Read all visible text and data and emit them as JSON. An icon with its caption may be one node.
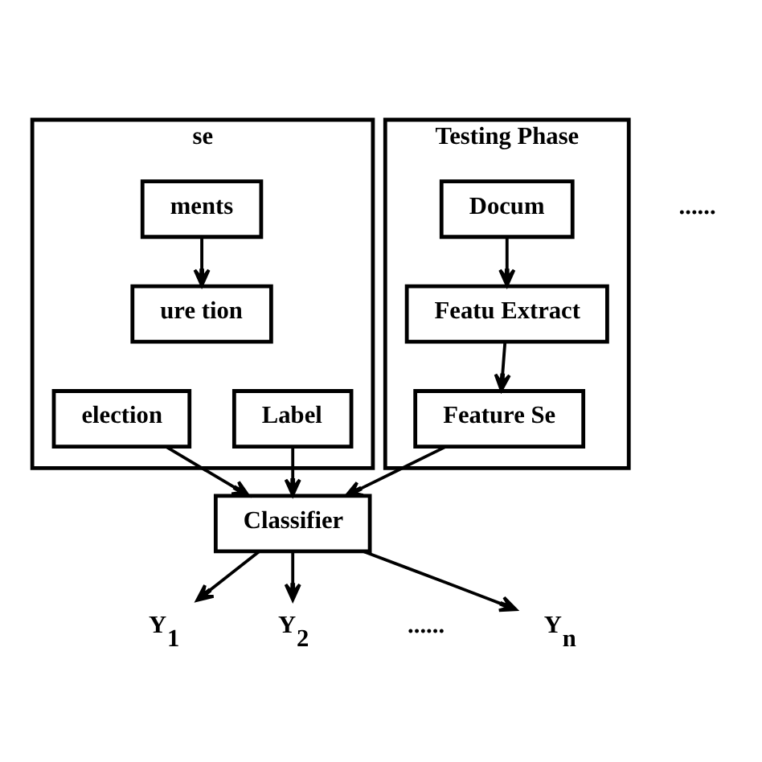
{
  "diagram": {
    "nodes": [
      {
        "text": [
          "se"
        ]
      },
      {
        "text": [
          "ments"
        ],
        "in": 0
      },
      {
        "text": [
          "Label"
        ],
        "in": 0
      },
      {
        "text": [
          "ure tion"
        ],
        "in": 0
      },
      {
        "text": [
          "election"
        ],
        "in": 0
      },
      {
        "text": [
          "Testing Phase"
        ]
      },
      {
        "text": [
          "Docum"
        ],
        "in": 5
      },
      {
        "text": [
          "Featu Extract"
        ],
        "in": 5
      },
      {
        "text": [
          "Feature Se"
        ],
        "in": 5
      },
      {
        "text": [
          "Classifier"
        ]
      },
      {
        "text": [
          "Y$_{1}$"
        ]
      },
      {
        "text": [
          "Y$_{2}$"
        ]
      },
      {
        "text": [
          "Y$_{n}$"
        ]
      }
    ],
    "edges": [
      {
        "from": 1,
        "to": 3,
        "arrow": "to"
      },
      {
        "from": 2,
        "to": 9,
        "arrow": "to"
      },
      {
        "from": 4,
        "to": 9,
        "arrow": "to"
      },
      {
        "from": 6,
        "to": 7,
        "arrow": "to"
      },
      {
        "from": 7,
        "to": 8,
        "arrow": "to"
      },
      {
        "from": 8,
        "to": 9,
        "arrow": "to"
      },
      {
        "from": 9,
        "to": 10,
        "arrow": "to"
      },
      {
        "from": 9,
        "to": 11,
        "arrow": "to"
      },
      {
        "from": 9,
        "to": 12,
        "arrow": "to"
      }
    ],
    "labels": [
      "......",
      "......"
    ]
  }
}
